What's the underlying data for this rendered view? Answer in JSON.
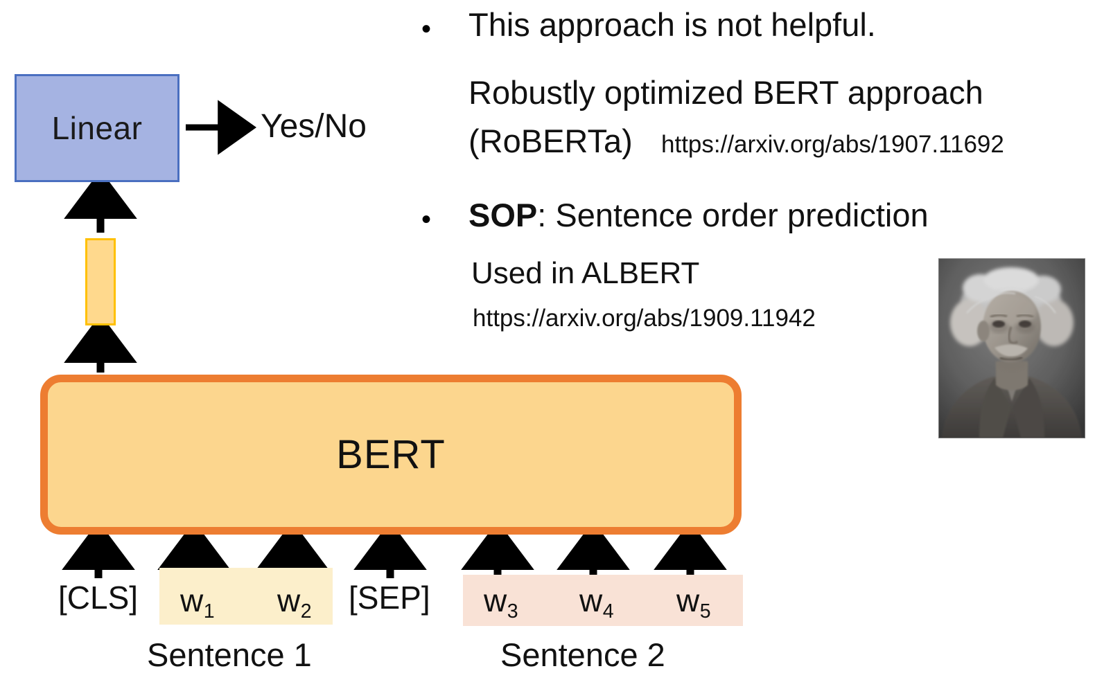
{
  "diagram": {
    "linear_box_label": "Linear",
    "output_label": "Yes/No",
    "encoder_label": "BERT",
    "tokens": [
      {
        "text": "[CLS]",
        "sub": ""
      },
      {
        "text": "w",
        "sub": "1"
      },
      {
        "text": "w",
        "sub": "2"
      },
      {
        "text": "[SEP]",
        "sub": ""
      },
      {
        "text": "w",
        "sub": "3"
      },
      {
        "text": "w",
        "sub": "4"
      },
      {
        "text": "w",
        "sub": "5"
      }
    ],
    "token_cls": "[CLS]",
    "token_sep": "[SEP]",
    "w1": "w",
    "w1_sub": "1",
    "w2": "w",
    "w2_sub": "2",
    "w3": "w",
    "w3_sub": "3",
    "w4": "w",
    "w4_sub": "4",
    "w5": "w",
    "w5_sub": "5",
    "sentence1_caption": "Sentence 1",
    "sentence2_caption": "Sentence 2",
    "colors": {
      "linear_fill": "#A5B3E2",
      "linear_border": "#4A6FC0",
      "bert_fill": "#FCD68E",
      "bert_border": "#ED7D31",
      "vector_fill": "#FFD98D",
      "vector_border": "#FFC000",
      "sentence1_fill": "#FCEFCB",
      "sentence2_fill": "#F9E2D6",
      "arrow": "#000000"
    }
  },
  "bullets": [
    {
      "marker": "•",
      "line1": "This approach is not helpful.",
      "line2": "Robustly optimized BERT approach",
      "line3": "(RoBERTa)",
      "url": "https://arxiv.org/abs/1907.11692"
    },
    {
      "marker": "•",
      "bold_prefix": "SOP",
      "rest": ": Sentence order prediction",
      "line2": "Used in ALBERT",
      "url": "https://arxiv.org/abs/1909.11942"
    }
  ],
  "portrait": {
    "alt": "einstein-portrait-photo"
  }
}
